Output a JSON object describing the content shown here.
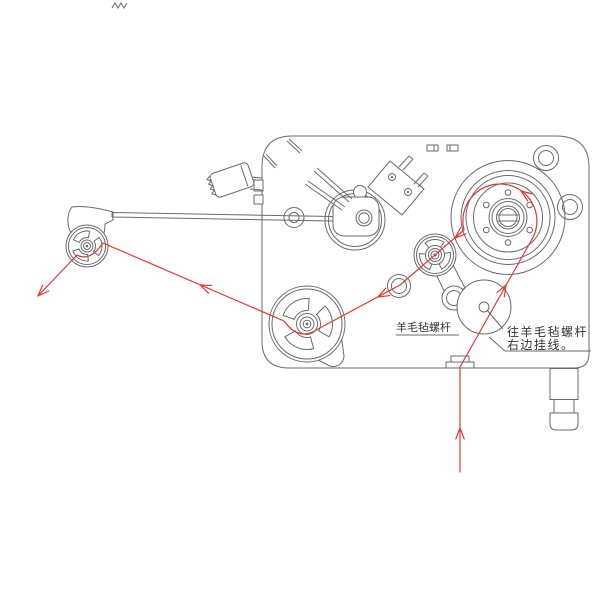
{
  "diagram": {
    "type": "machine-threading-diagram",
    "labels": {
      "felt_screw": "羊毛毡螺杆",
      "hang_line1": "往羊毛毡螺杆",
      "hang_line2": "右边挂线。"
    },
    "colors": {
      "thread": "#e2392f",
      "line": "#6a6a6a",
      "ink": "#333333",
      "background": "#ffffff"
    }
  }
}
